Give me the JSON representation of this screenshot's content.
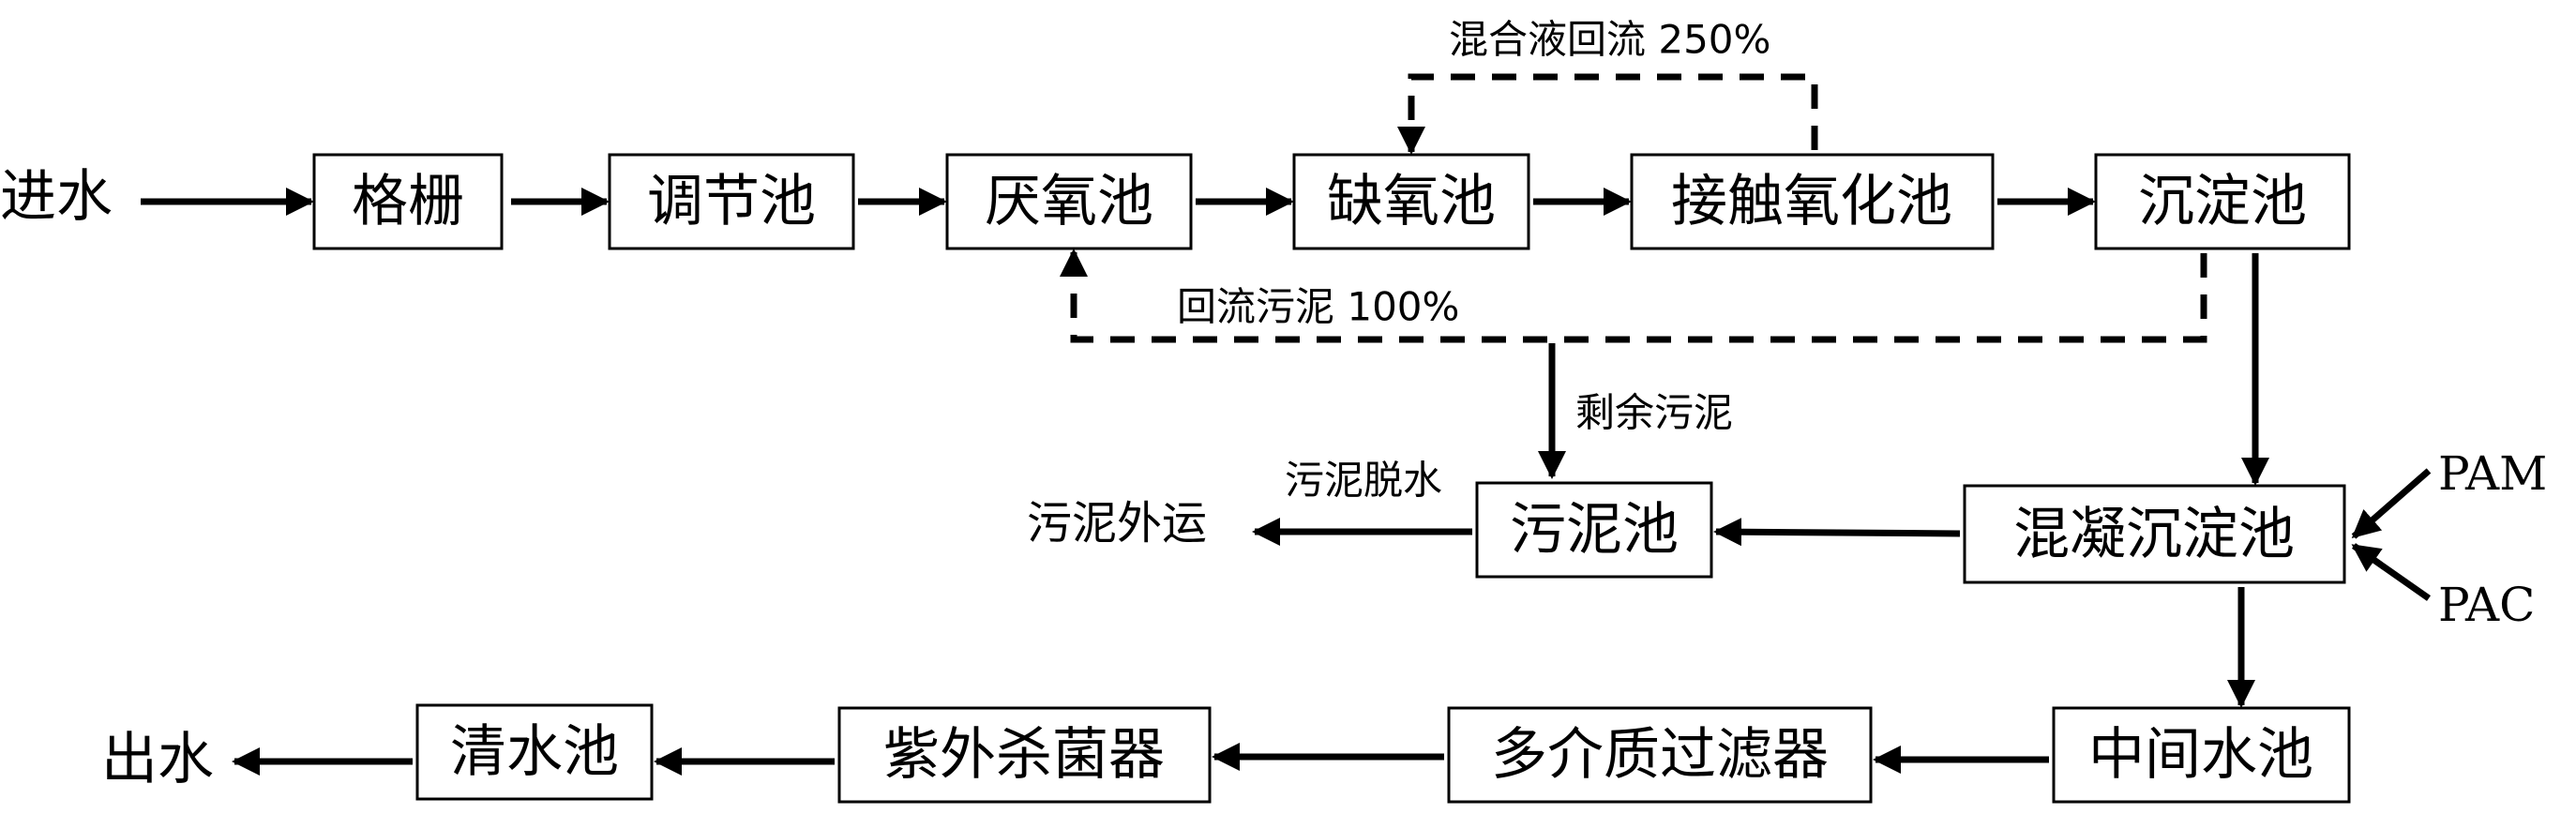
{
  "inlet": "进水",
  "outlet": "出水",
  "units": {
    "screen": "格栅",
    "equalization_tank": "调节池",
    "anaerobic_tank": "厌氧池",
    "anoxic_tank": "缺氧池",
    "contact_oxidation_tank": "接触氧化池",
    "sedimentation_tank": "沉淀池",
    "coagulation_sedimentation_tank": "混凝沉淀池",
    "sludge_tank": "污泥池",
    "intermediate_tank": "中间水池",
    "multimedia_filter": "多介质过滤器",
    "uv_sterilizer": "紫外杀菌器",
    "clear_water_tank": "清水池"
  },
  "labels": {
    "mixed_liquor_recycle": "混合液回流 250%",
    "return_sludge": "回流污泥 100%",
    "excess_sludge": "剩余污泥",
    "sludge_dewatering": "污泥脱水",
    "sludge_disposal": "污泥外运"
  },
  "chemicals": {
    "pam": "PAM",
    "pac": "PAC"
  }
}
